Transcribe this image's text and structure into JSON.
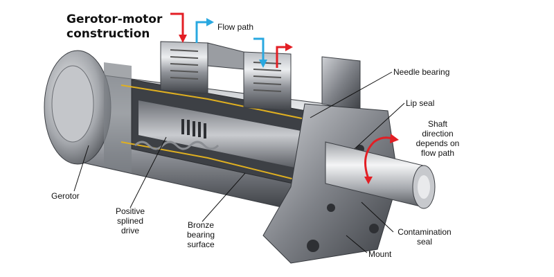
{
  "title": {
    "line1": "Gerotor-motor",
    "line2": "construction"
  },
  "labels": {
    "flow_path": "Flow path",
    "needle_bearing": "Needle bearing",
    "lip_seal": "Lip seal",
    "shaft_direction": [
      "Shaft",
      "direction",
      "depends on",
      "flow path"
    ],
    "gerotor": "Gerotor",
    "positive_splined_drive": [
      "Positive",
      "splined",
      "drive"
    ],
    "bronze_bearing_surface": [
      "Bronze",
      "bearing",
      "surface"
    ],
    "contamination_seal": [
      "Contamination",
      "seal"
    ],
    "mount": "Mount"
  },
  "colors": {
    "inflow_arrow": "#e31e24",
    "outflow_arrow": "#29a8e0",
    "metal_dark": "#4a4d52",
    "metal_mid": "#8d9097",
    "metal_light": "#d4d6da",
    "bearing_line": "#e0b020"
  }
}
